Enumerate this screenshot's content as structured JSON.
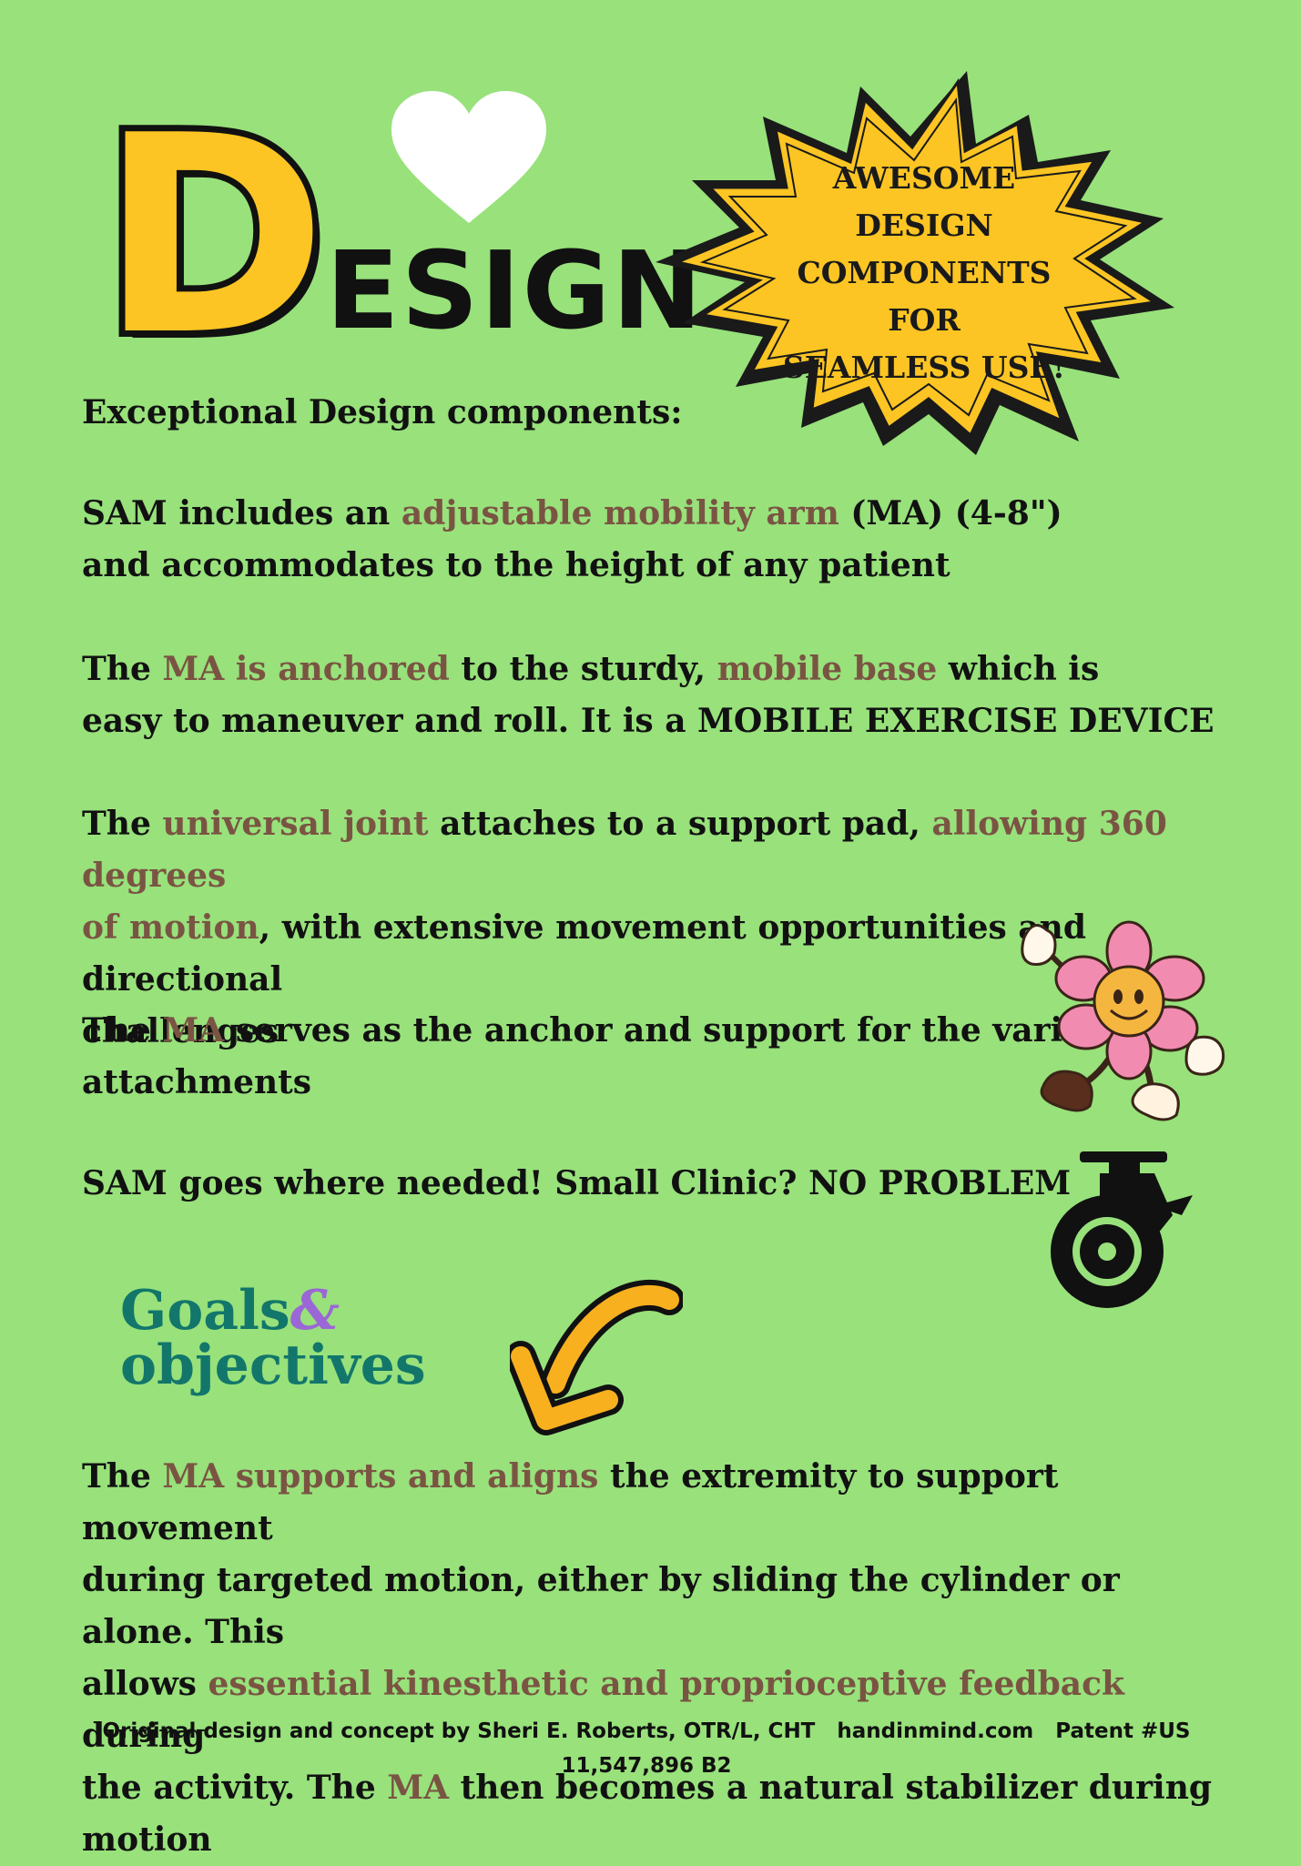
{
  "header": {
    "title_initial": "D",
    "title_rest": "ESIGN"
  },
  "badge": {
    "lines": [
      "AWESOME",
      "DESIGN",
      "COMPONENTS FOR",
      "SEAMLESS USE!"
    ]
  },
  "content": {
    "intro": "Exceptional Design components:",
    "p1": {
      "a": "SAM includes an ",
      "hl1": "adjustable mobility arm",
      "b": " (MA) (4-8\")",
      "c": "and accommodates to the height of any patient"
    },
    "p2": {
      "a": "The ",
      "hl1": "MA is anchored",
      "b": " to the sturdy, ",
      "hl2": "mobile base",
      "c": " which is",
      "d": "easy to maneuver and roll. It is a MOBILE EXERCISE DEVICE"
    },
    "p3": {
      "a": "The ",
      "hl1": "universal joint",
      "b": " attaches to a support pad, ",
      "hl2": "allowing 360 degrees",
      "hl3": "of motion",
      "c": ", with extensive movement opportunities and directional",
      "d": "challenges"
    },
    "p4": {
      "a": "The ",
      "hl1": "MA",
      "b": " serves as the anchor and support for the various",
      "c": "attachments"
    },
    "p5": "SAM goes where needed! Small Clinic? NO PROBLEM",
    "goals": {
      "word1": "Goals",
      "amp": "&",
      "word2": "objectives"
    },
    "p6": {
      "a": "The ",
      "hl1": "MA supports and aligns",
      "b": " the extremity to support movement",
      "c": "during targeted motion, either by sliding the cylinder or alone. This",
      "d": "allows ",
      "hl2": "essential kinesthetic and proprioceptive feedback",
      "e": " during",
      "f": "the activity. The ",
      "hl3": "MA",
      "g": " then becomes a natural stabilizer during",
      "h": "motion"
    }
  },
  "footer": {
    "line1": "Original design and concept by Sheri E. Roberts, OTR/L, CHT   handinmind.com   Patent #US",
    "line2": "11,547,896 B2"
  },
  "icons": {
    "heart": "heart-icon",
    "burst": "starburst-badge",
    "flower": "flower-mascot-icon",
    "wheel": "caster-wheel-icon",
    "arrow": "curved-arrow-icon"
  },
  "colors": {
    "background": "#98e17b",
    "accent_yellow": "#fcc523",
    "highlight_brown": "#7a5443",
    "goals_teal": "#12766a",
    "goals_purple": "#9b67d6"
  }
}
